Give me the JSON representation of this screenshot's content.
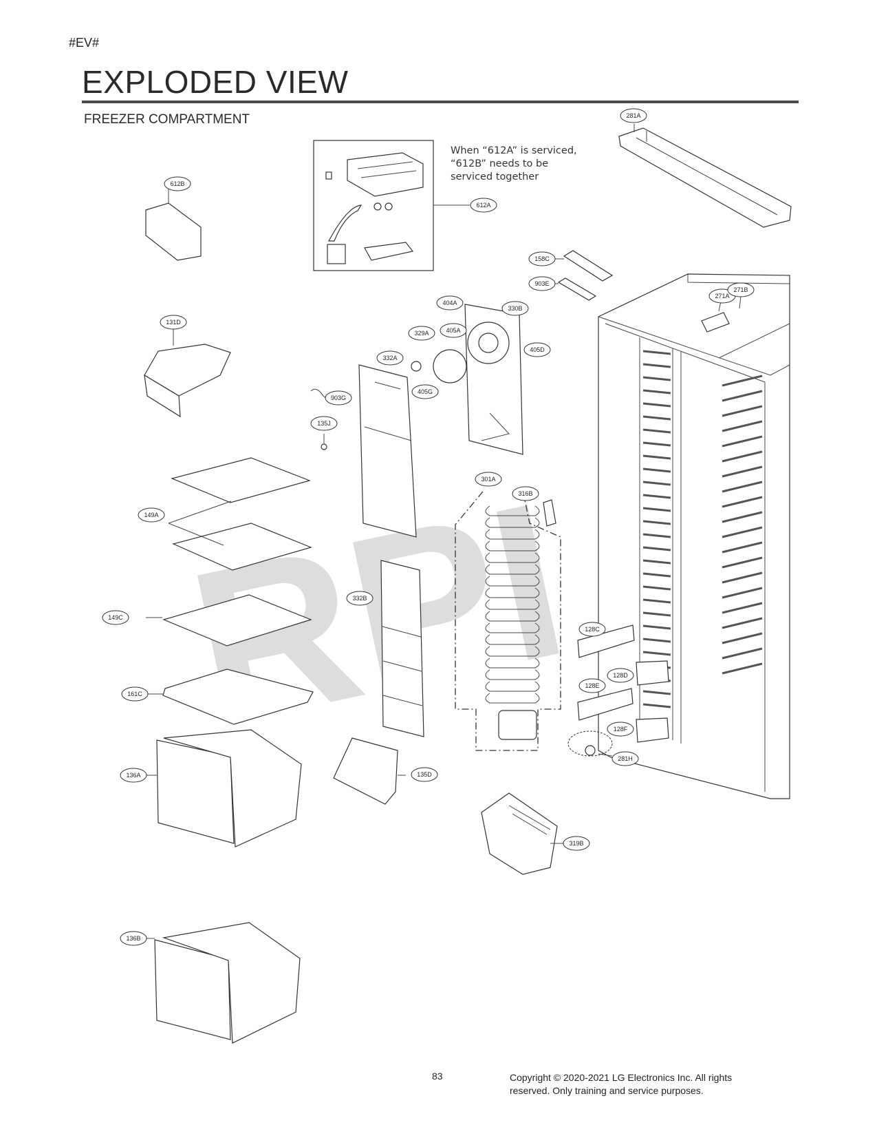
{
  "header": {
    "tag": "#EV#",
    "title": "EXPLODED VIEW",
    "subtitle": "FREEZER COMPARTMENT"
  },
  "note": {
    "line1": "When “612A” is serviced,",
    "line2": "“612B” needs to be",
    "line3": "serviced together"
  },
  "watermark": "RPI",
  "parts": {
    "p281A": "281A",
    "p612B": "612B",
    "p612A": "612A",
    "p158C": "158C",
    "p903E": "903E",
    "p271A": "271A",
    "p271B": "271B",
    "p404A": "404A",
    "p330B": "330B",
    "p131D": "131D",
    "p405A": "405A",
    "p329A": "329A",
    "p405D": "405D",
    "p332A": "332A",
    "p405G": "405G",
    "p903G": "903G",
    "p135J": "135J",
    "p301A": "301A",
    "p316B": "316B",
    "p149A": "149A",
    "p332B": "332B",
    "p149C": "149C",
    "p128C": "128C",
    "p128D": "128D",
    "p128E": "128E",
    "p161C": "161C",
    "p128F": "128F",
    "p281H": "281H",
    "p136A": "136A",
    "p135D": "135D",
    "p319B": "319B",
    "p136B": "136B"
  },
  "footer": {
    "page_number": "83",
    "copyright_line1": "Copyright © 2020-2021 LG Electronics Inc. All rights",
    "copyright_line2": "reserved. Only training and service purposes."
  }
}
